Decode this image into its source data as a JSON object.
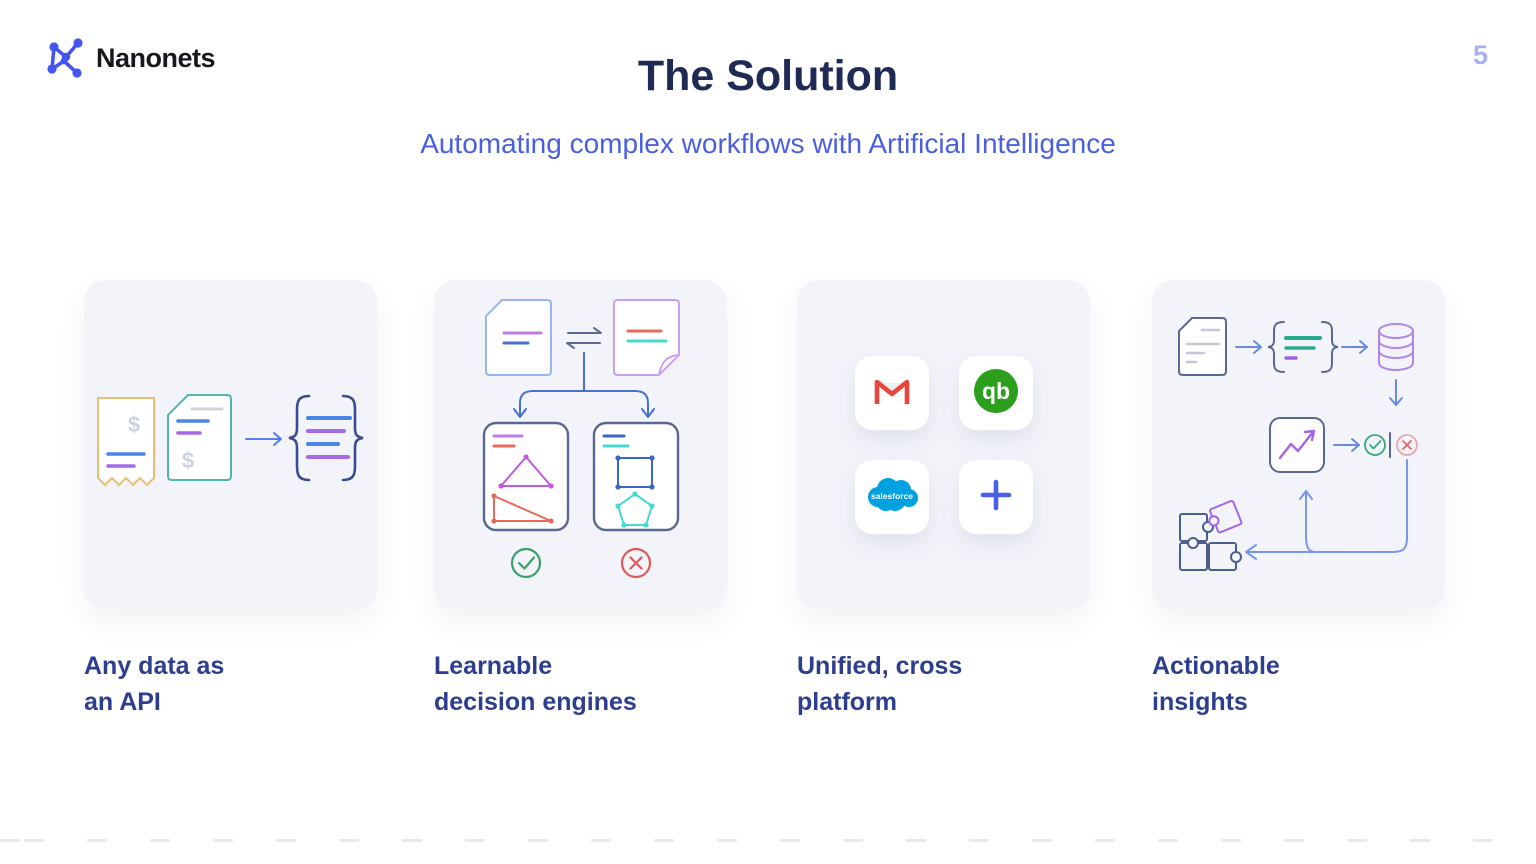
{
  "header": {
    "brand": "Nanonets",
    "page_number": "5"
  },
  "title": "The Solution",
  "subtitle": "Automating complex workflows with Artificial Intelligence",
  "glyphs": {
    "dollar": "$"
  },
  "cards": [
    {
      "illustration": "receipt-and-document-to-json",
      "caption_line1": "Any data as",
      "caption_line2": "an API"
    },
    {
      "illustration": "document-comparison-decision-tree",
      "caption_line1": "Learnable",
      "caption_line2": "decision engines"
    },
    {
      "illustration": "integration-app-tiles",
      "caption_line1": "Unified, cross",
      "caption_line2": "platform"
    },
    {
      "illustration": "data-pipeline-insights-flow",
      "caption_line1": "Actionable",
      "caption_line2": "insights"
    }
  ],
  "integrations": [
    {
      "name": "Gmail"
    },
    {
      "name": "QuickBooks",
      "label": "qb"
    },
    {
      "name": "Salesforce",
      "label": "salesforce"
    },
    {
      "name": "Add more"
    }
  ],
  "colors": {
    "brand_blue": "#4355ee",
    "title_navy": "#1f2b54",
    "subtitle_blue": "#4a5fe0",
    "caption_navy": "#2e3e8e",
    "page_number": "#a9b2ee",
    "card_background": "#f3f4fa",
    "gmail_red": "#e8453c",
    "quickbooks_green": "#2ca01c",
    "salesforce_blue": "#00a1e0",
    "plus_blue": "#4a5fe8",
    "check_green": "#38a068",
    "cross_red": "#e05a5a"
  }
}
